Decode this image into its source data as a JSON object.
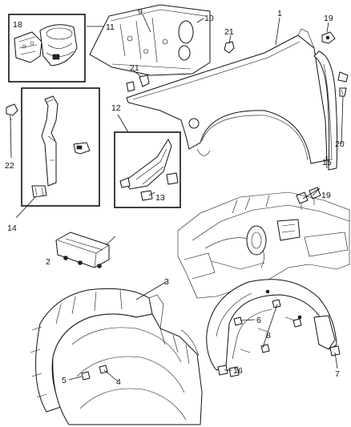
{
  "callouts": {
    "c1": "1",
    "c2": "2",
    "c3": "3",
    "c4": "4",
    "c5": "5",
    "c6": "6",
    "c7": "7",
    "c8": "8",
    "c9": "9",
    "c10": "10",
    "c11": "11",
    "c12": "12",
    "c13": "13",
    "c14": "14",
    "c15": "15",
    "c16": "16",
    "c18": "18",
    "c19a": "19",
    "c19b": "19",
    "c20": "20",
    "c21a": "21",
    "c21b": "21",
    "c22": "22"
  }
}
